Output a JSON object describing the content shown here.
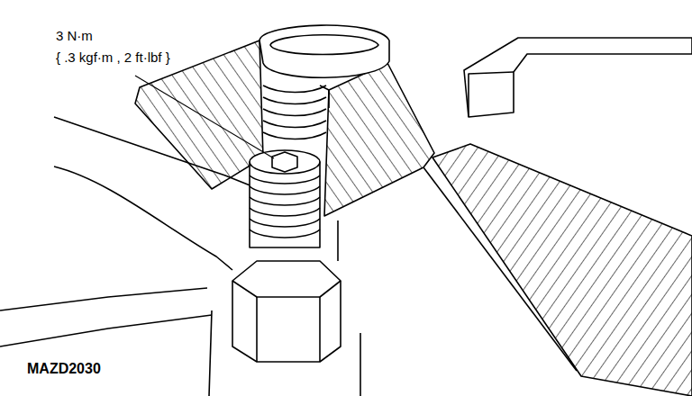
{
  "diagram": {
    "labels": [
      "3 N·m",
      "{ .3 kgf·m , 2 ft·lbf }",
      "MAZD2030"
    ]
  }
}
